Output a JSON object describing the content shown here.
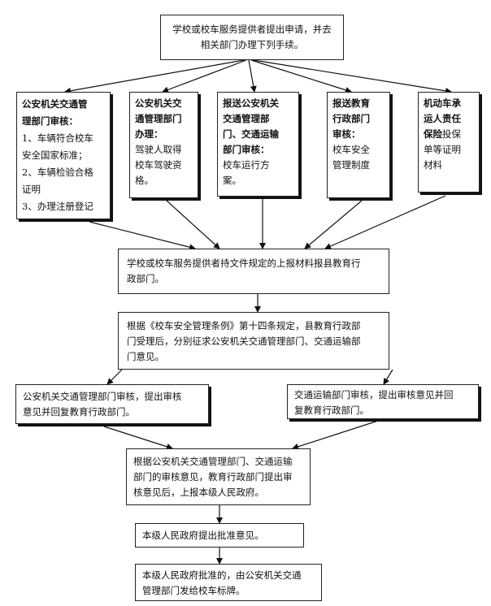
{
  "top": {
    "lines": [
      "学校或校车服务提供者提出申请，并去",
      "相关部门办理下列手续。"
    ]
  },
  "depts": [
    {
      "bold_lines": [
        "公安机关交通管",
        "理部门审核："
      ],
      "lines": [
        "1、车辆符合校车",
        "安全国家标准；",
        "2、车辆检验合格",
        "证明",
        "3、办理注册登记"
      ]
    },
    {
      "bold_lines": [
        "公安机关交",
        "通管理部门",
        "办理："
      ],
      "lines": [
        "驾驶人取得",
        "校车驾驶资",
        "格。"
      ]
    },
    {
      "bold_lines": [
        "报送公安机关",
        "交通管理部",
        "门、交通运输",
        "部门审核："
      ],
      "lines": [
        "校车运行方",
        "案。"
      ]
    },
    {
      "bold_lines": [
        "报送教育",
        "行政部门",
        "审核："
      ],
      "lines": [
        "校车安全",
        "管理制度"
      ]
    },
    {
      "bold_lines": [
        "机动车承",
        "运人责任"
      ],
      "mixed": {
        "bold": "保险",
        "text": "投保"
      },
      "lines": [
        "单等证明",
        "材料"
      ]
    }
  ],
  "submit": {
    "lines": [
      "学校或校车服务提供者持文件规定的上报材料报县教育行",
      "政部门。"
    ]
  },
  "accept": {
    "lines": [
      "根据《校车安全管理条例》第十四条规定，县教育行政部",
      "门受理后，分别征求公安机关交通管理部门、交通运输部",
      "门意见。"
    ]
  },
  "police_review": {
    "lines": [
      "公安机关交通管理部门审核，提出审核",
      "意见并回复教育行政部门。"
    ]
  },
  "transport_review": {
    "lines": [
      "交通运输部门审核，提出审核意见并回",
      "复教育行政部门。"
    ]
  },
  "edu_review": {
    "lines": [
      "根据公安机关交通管理部门、交通运输",
      "部门的审核意见，教育行政部门提出审",
      "核意见后，上报本级人民政府。"
    ]
  },
  "gov_approve": {
    "lines": [
      "本级人民政府提出批准意见。"
    ]
  },
  "issue_sign": {
    "lines": [
      "本级人民政府批准的，由公安机关交通",
      "管理部门发给校车标牌。"
    ]
  }
}
